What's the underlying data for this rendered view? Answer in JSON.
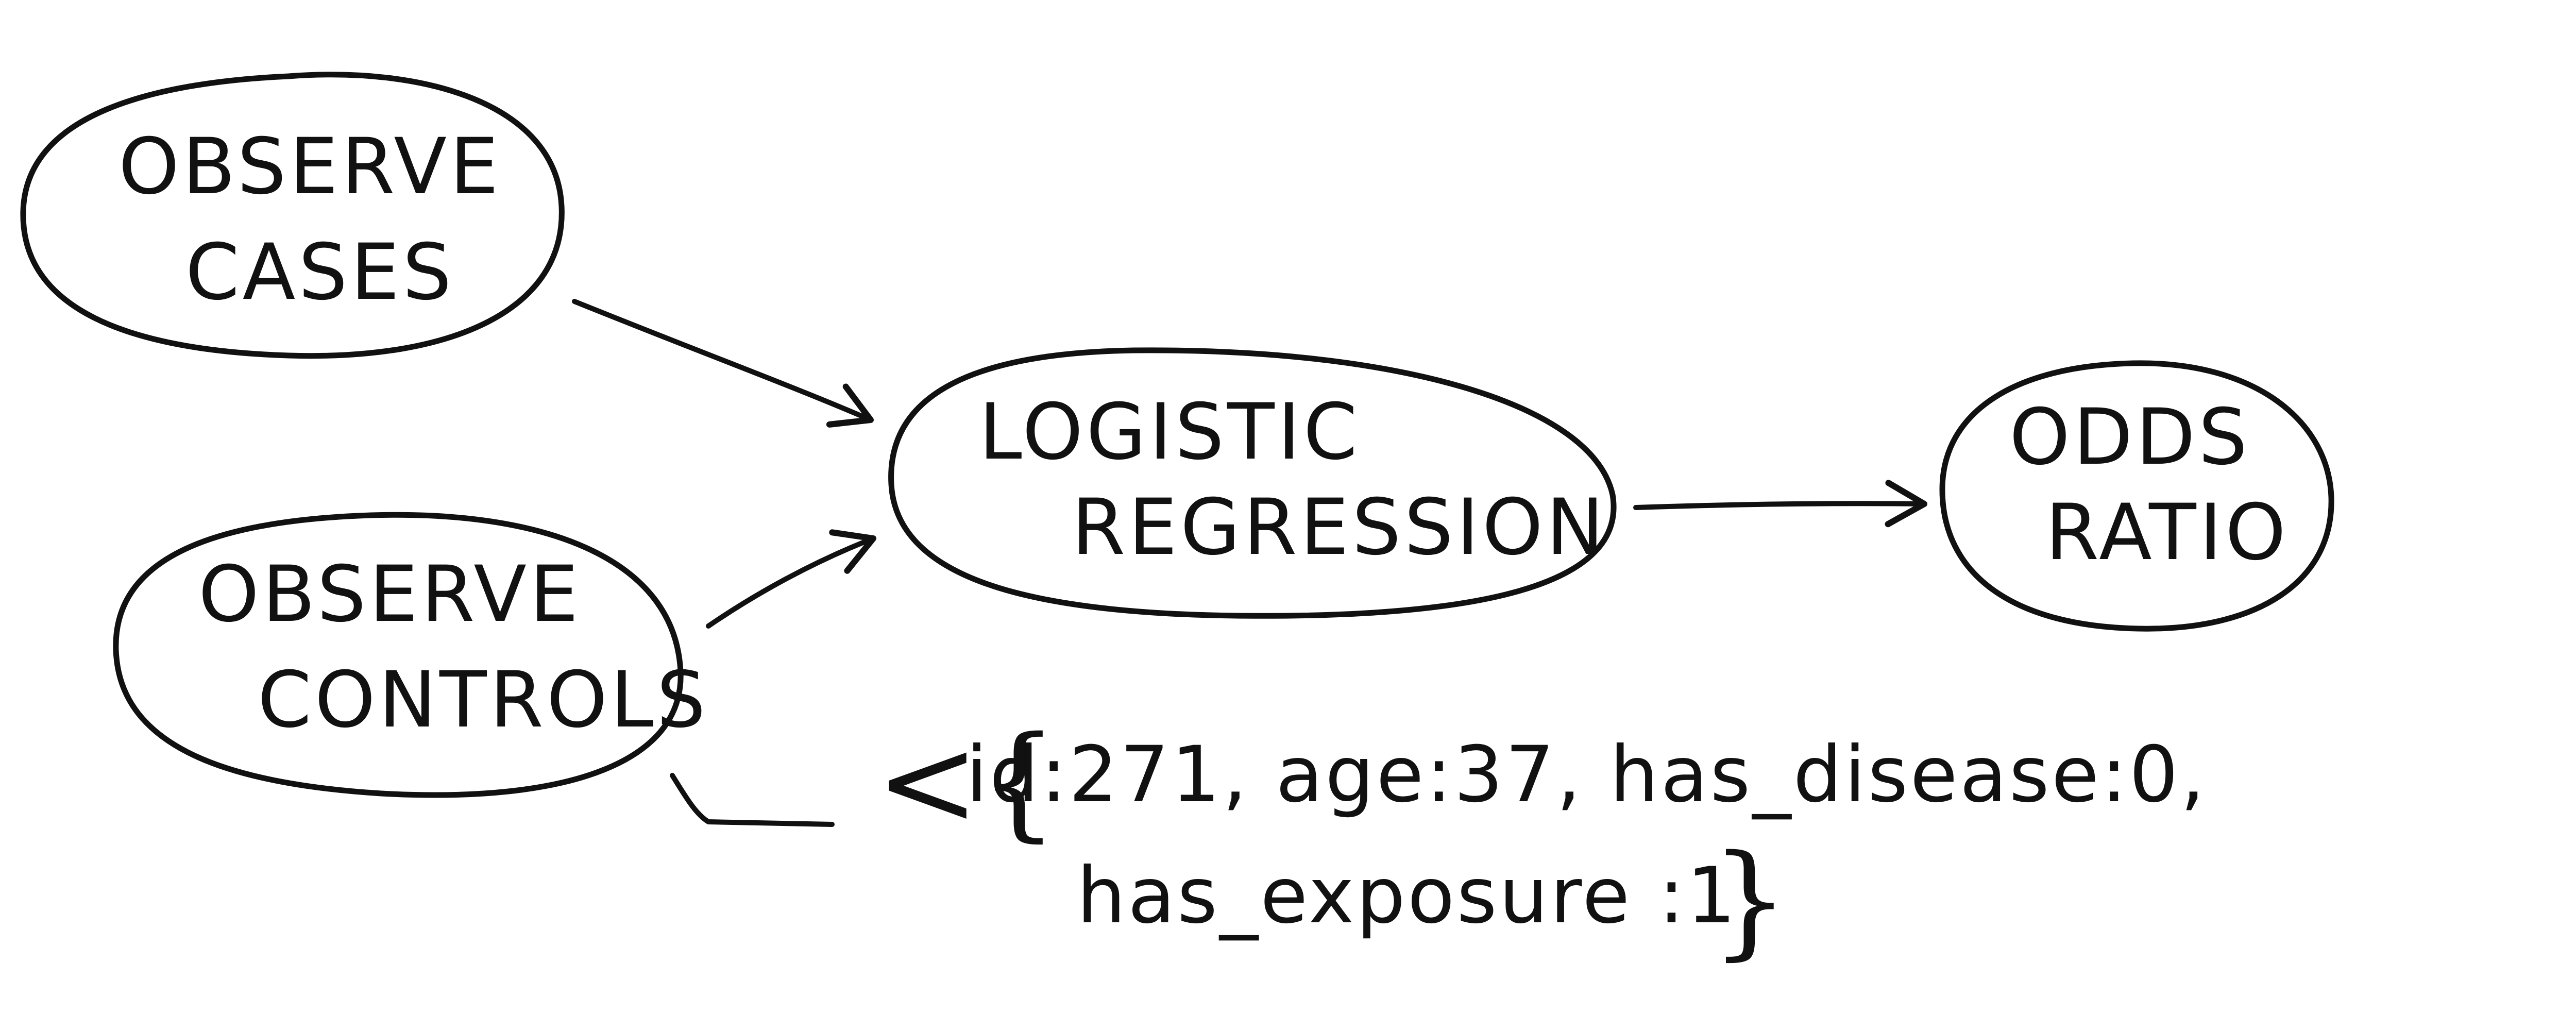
{
  "nodes": {
    "observe_cases": {
      "line1": "OBSERVE",
      "line2": "CASES"
    },
    "observe_controls": {
      "line1": "OBSERVE",
      "line2": "CONTROLS"
    },
    "logistic_regression": {
      "line1": "LOGISTIC",
      "line2": "REGRESSION"
    },
    "odds_ratio": {
      "line1": "ODDS",
      "line2": "RATIO"
    }
  },
  "record": {
    "open": "<{",
    "line1": "id:271, age:37, has_disease:0,",
    "line2": "has_exposure :1",
    "close": "}"
  },
  "colors": {
    "ink": "#111111",
    "background": "#ffffff"
  }
}
